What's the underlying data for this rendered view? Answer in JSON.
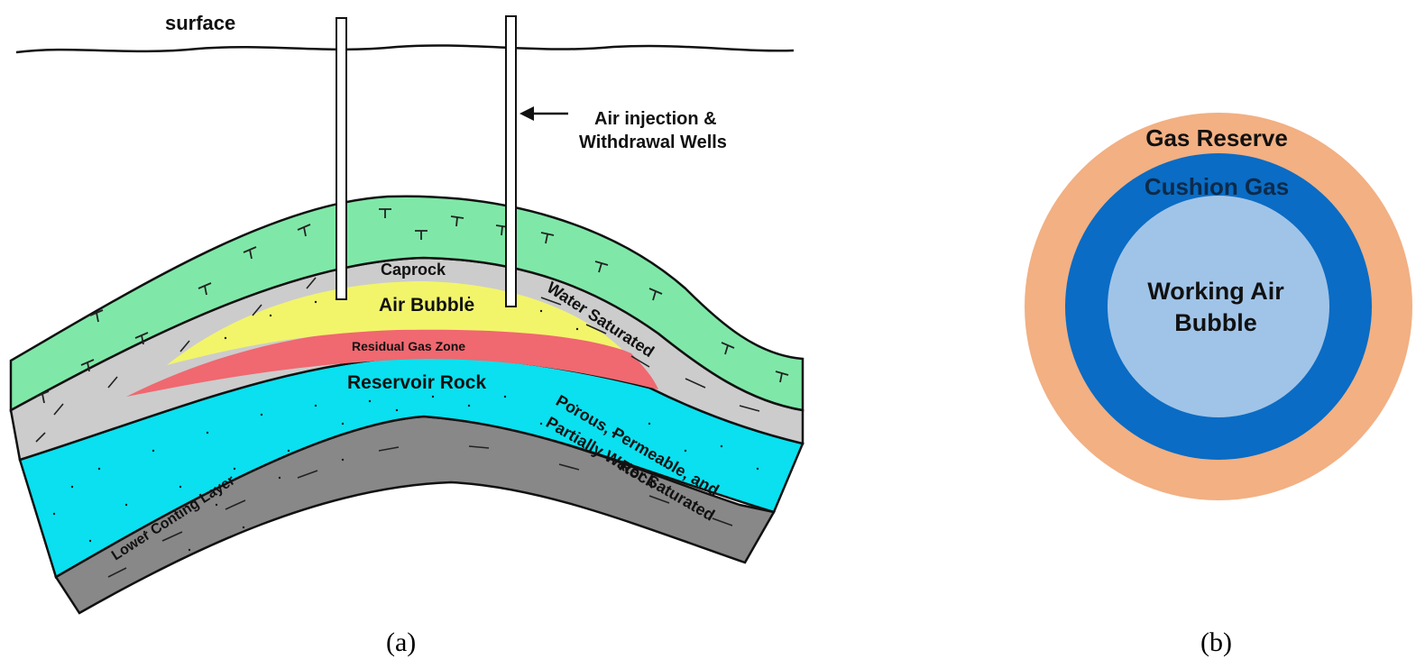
{
  "panel_a": {
    "caption": "(a)",
    "labels": {
      "surface": "surface",
      "wells_line1": "Air injection &",
      "wells_line2": "Withdrawal Wells",
      "caprock": "Caprock",
      "water_saturated": "Water Saturated",
      "air_bubble": "Air Bubble",
      "residual_gas": "Residual Gas Zone",
      "reservoir_rock": "Reservoir Rock",
      "porous_line1": "Porous, Permeable, and",
      "porous_line2": "Partially Water Saturated",
      "porous_line3": "Rock",
      "lower_layer": "Lower Conting Layer"
    },
    "colors": {
      "overburden": "#7fe8a8",
      "caprock": "#cccccc",
      "air_bubble": "#f2f56a",
      "residual_gas": "#f06870",
      "reservoir": "#0ae0ef",
      "lower_layer": "#888888"
    }
  },
  "panel_b": {
    "caption": "(b)",
    "rings": [
      {
        "label": "Gas Reserve",
        "color": "#f2b083"
      },
      {
        "label": "Cushion Gas",
        "color": "#0a6cc4"
      },
      {
        "label_line1": "Working Air",
        "label_line2": "Bubble",
        "color": "#a0c4e8"
      }
    ]
  }
}
